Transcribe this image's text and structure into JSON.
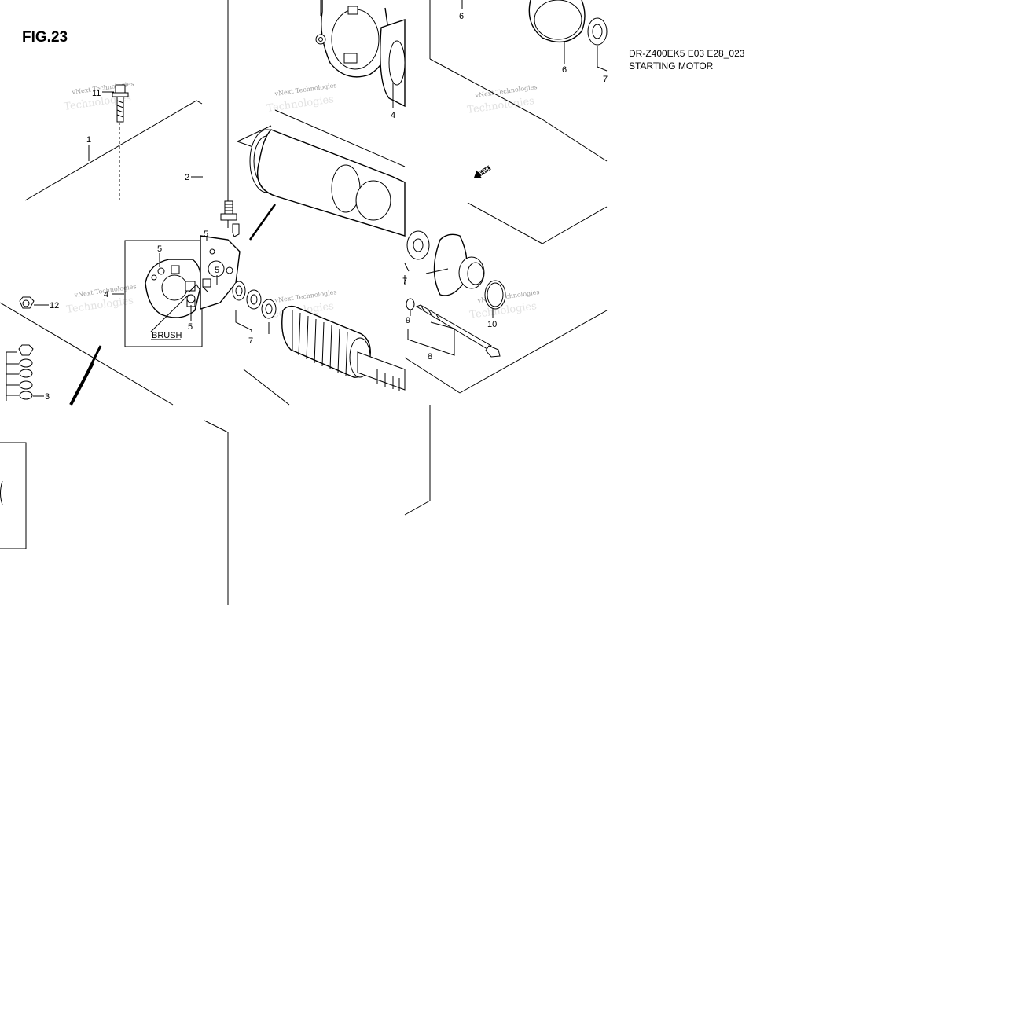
{
  "figure": {
    "title": "FIG.23",
    "model_code": "DR-Z400EK5 E03 E28_023",
    "assembly_name": "STARTING MOTOR"
  },
  "detail_label": "BRUSH",
  "direction_marker": "FWD",
  "watermark": {
    "line1": "vNext Technologies",
    "line2": "Technologies"
  },
  "callouts": [
    {
      "id": "c1",
      "label": "1"
    },
    {
      "id": "c11",
      "label": "11"
    },
    {
      "id": "c2",
      "label": "2"
    },
    {
      "id": "c3",
      "label": "3"
    },
    {
      "id": "c4a",
      "label": "4"
    },
    {
      "id": "c4b",
      "label": "4"
    },
    {
      "id": "c5a",
      "label": "5"
    },
    {
      "id": "c5b",
      "label": "5"
    },
    {
      "id": "c5c",
      "label": "5"
    },
    {
      "id": "c5d",
      "label": "5"
    },
    {
      "id": "c6a",
      "label": "6"
    },
    {
      "id": "c6b",
      "label": "6"
    },
    {
      "id": "c7a",
      "label": "7"
    },
    {
      "id": "c7b",
      "label": "7"
    },
    {
      "id": "c7c",
      "label": "7"
    },
    {
      "id": "c8",
      "label": "8"
    },
    {
      "id": "c9",
      "label": "9"
    },
    {
      "id": "c10",
      "label": "10"
    },
    {
      "id": "c12",
      "label": "12"
    }
  ]
}
